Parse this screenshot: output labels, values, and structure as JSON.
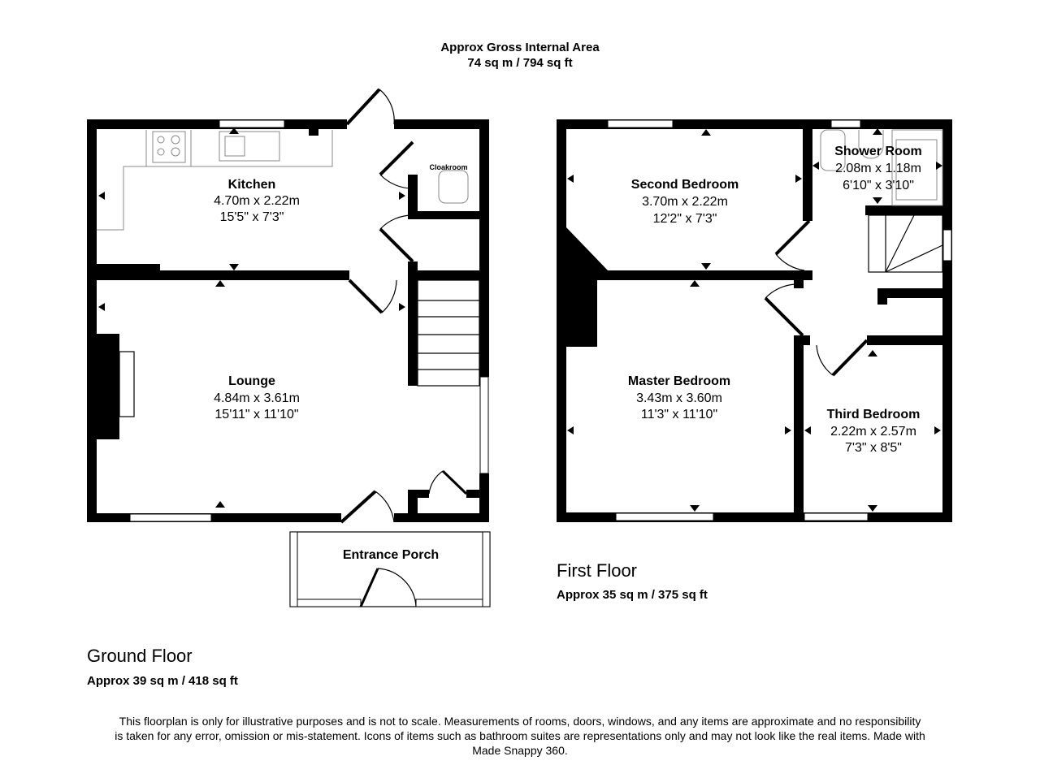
{
  "header": {
    "title": "Approx Gross Internal Area",
    "area": "74 sq m / 794 sq ft"
  },
  "ground_floor": {
    "label": "Ground Floor",
    "area": "Approx 39 sq m / 418 sq ft",
    "rooms": [
      {
        "name": "Kitchen",
        "metric": "4.70m x 2.22m",
        "imperial": "15'5\" x 7'3\""
      },
      {
        "name": "Lounge",
        "metric": "4.84m x 3.61m",
        "imperial": "15'11\" x 11'10\""
      },
      {
        "name": "Entrance Porch"
      },
      {
        "name": "Cloakroom"
      }
    ]
  },
  "first_floor": {
    "label": "First Floor",
    "area": "Approx 35 sq m / 375 sq ft",
    "rooms": [
      {
        "name": "Second Bedroom",
        "metric": "3.70m x 2.22m",
        "imperial": "12'2\" x 7'3\""
      },
      {
        "name": "Shower Room",
        "metric": "2.08m x 1.18m",
        "imperial": "6'10\" x 3'10\""
      },
      {
        "name": "Master Bedroom",
        "metric": "3.43m x 3.60m",
        "imperial": "11'3\" x 11'10\""
      },
      {
        "name": "Third Bedroom",
        "metric": "2.22m x 2.57m",
        "imperial": "7'3\" x 8'5\""
      }
    ]
  },
  "disclaimer": "This floorplan is only for illustrative purposes and is not to scale. Measurements of rooms, doors, windows, and any items are approximate and no responsibility is taken for any error, omission or mis-statement. Icons of items such as bathroom suites are representations only and may not look like the real items. Made with Made Snappy 360."
}
